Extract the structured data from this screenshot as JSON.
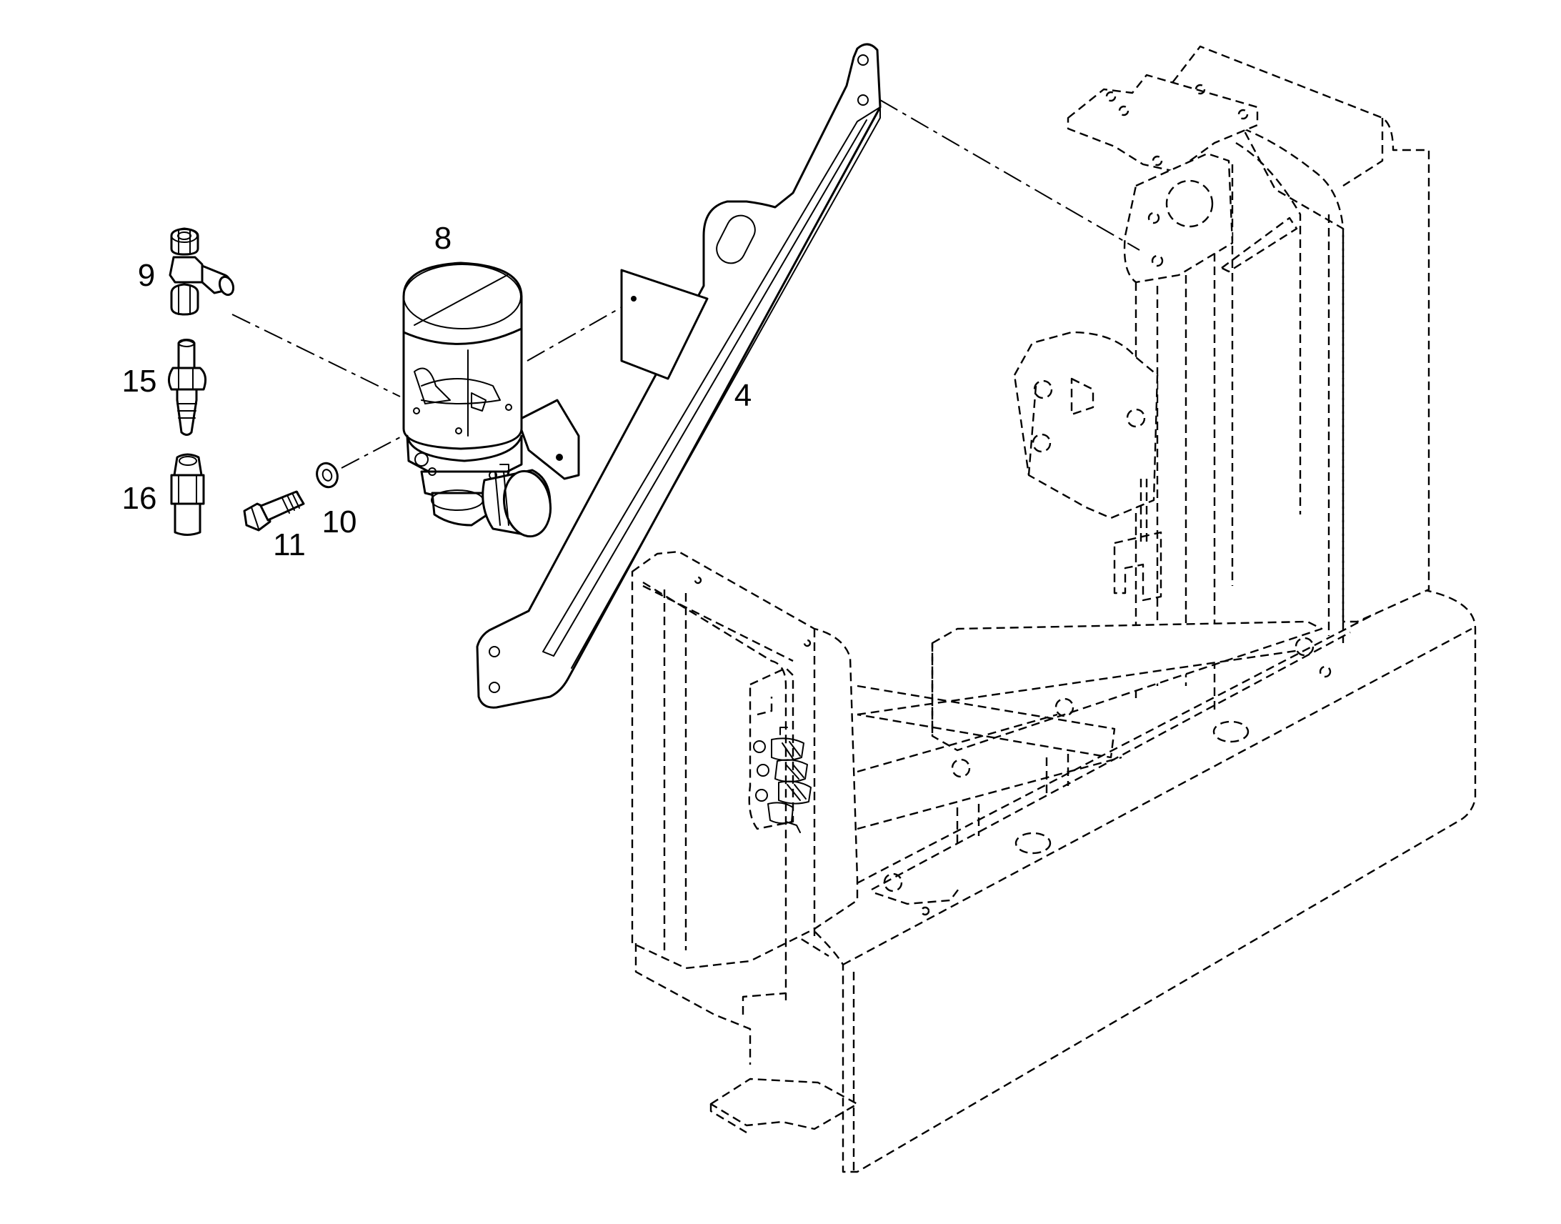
{
  "callouts": {
    "part_4": "4",
    "part_8": "8",
    "part_9": "9",
    "part_10": "10",
    "part_11": "11",
    "part_15": "15",
    "part_16": "16"
  },
  "style": {
    "line_color": "#000000",
    "background": "#ffffff"
  }
}
